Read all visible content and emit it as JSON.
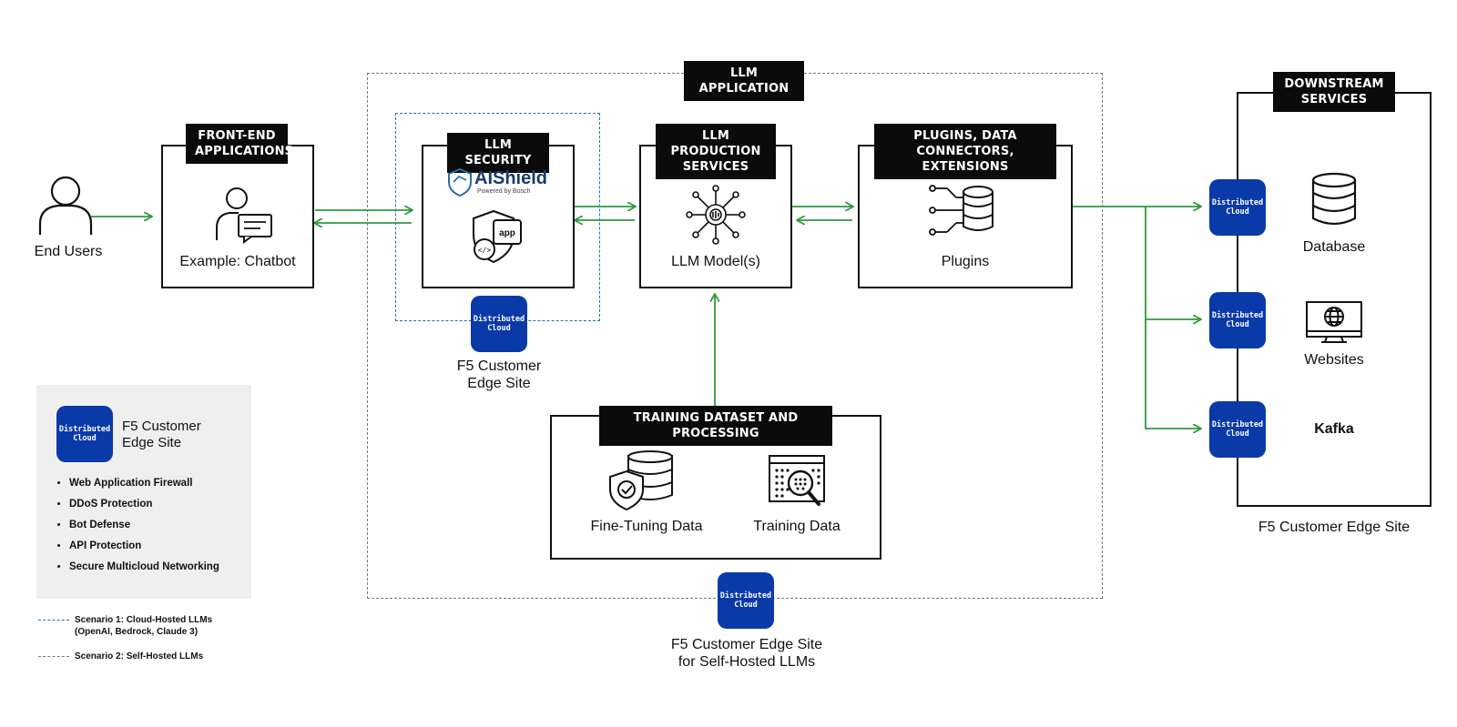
{
  "llm_application": {
    "tag": "LLM APPLICATION"
  },
  "end_users": {
    "label": "End Users"
  },
  "front_end": {
    "tag_line1": "FRONT-END",
    "tag_line2": "APPLICATIONS",
    "label": "Example: Chatbot"
  },
  "llm_security": {
    "tag": "LLM SECURITY",
    "brand": "AIShield",
    "brand_sub": "Powered by Bosch",
    "app_badge": "app",
    "code_glyph": "</>"
  },
  "production": {
    "tag_line1": "LLM PRODUCTION",
    "tag_line2": "SERVICES",
    "label": "LLM Model(s)"
  },
  "plugins": {
    "tag_line1": "PLUGINS, DATA CONNECTORS,",
    "tag_line2": "EXTENSIONS",
    "label": "Plugins"
  },
  "downstream": {
    "tag_line1": "DOWNSTREAM",
    "tag_line2": "SERVICES",
    "database": "Database",
    "websites": "Websites",
    "kafka": "Kafka",
    "site_label": "F5 Customer Edge Site"
  },
  "training": {
    "tag": "TRAINING DATASET AND PROCESSING",
    "fine_tuning": "Fine-Tuning Data",
    "training_data": "Training Data"
  },
  "distributed_cloud": {
    "line1": "Distributed",
    "line2": "Cloud"
  },
  "security_site": {
    "line1": "F5 Customer",
    "line2": "Edge Site"
  },
  "self_hosted_site": {
    "line1": "F5 Customer Edge Site",
    "line2": "for Self-Hosted LLMs"
  },
  "legend": {
    "site_line1": "F5 Customer",
    "site_line2": "Edge Site",
    "features": [
      "Web Application Firewall",
      "DDoS Protection",
      "Bot Defense",
      "API Protection",
      "Secure Multicloud Networking"
    ],
    "scenario1_line1": "Scenario 1: Cloud-Hosted LLMs",
    "scenario1_line2": "(OpenAI, Bedrock, Claude 3)",
    "scenario2": "Scenario 2: Self-Hosted LLMs"
  },
  "colors": {
    "arrow": "#2e9a3e",
    "dc_blue": "#0a3aa8",
    "scenario1": "#1f6fa3",
    "scenario2": "#777777"
  }
}
